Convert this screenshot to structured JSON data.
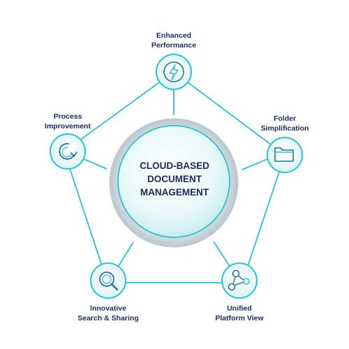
{
  "center": {
    "lines": [
      "CLOUD-BASED",
      "DOCUMENT",
      "MANAGEMENT"
    ]
  },
  "nodes": [
    {
      "id": "enhanced-performance",
      "icon": "lightning-bolt-icon",
      "lines": [
        "Enhanced",
        "Performance"
      ]
    },
    {
      "id": "folder-simplification",
      "icon": "folder-icon",
      "lines": [
        "Folder",
        "Simplification"
      ]
    },
    {
      "id": "unified-platform-view",
      "icon": "network-nodes-icon",
      "lines": [
        "Unified",
        "Platform View"
      ]
    },
    {
      "id": "innovative-search-sharing",
      "icon": "magnifier-icon",
      "lines": [
        "Innovative",
        "Search & Sharing"
      ]
    },
    {
      "id": "process-improvement",
      "icon": "refresh-cycle-icon",
      "lines": [
        "Process",
        "Improvement"
      ]
    }
  ],
  "colors": {
    "accent": "#29c3cf",
    "text": "#1b2a5e",
    "icon": "#2d6f9a"
  }
}
